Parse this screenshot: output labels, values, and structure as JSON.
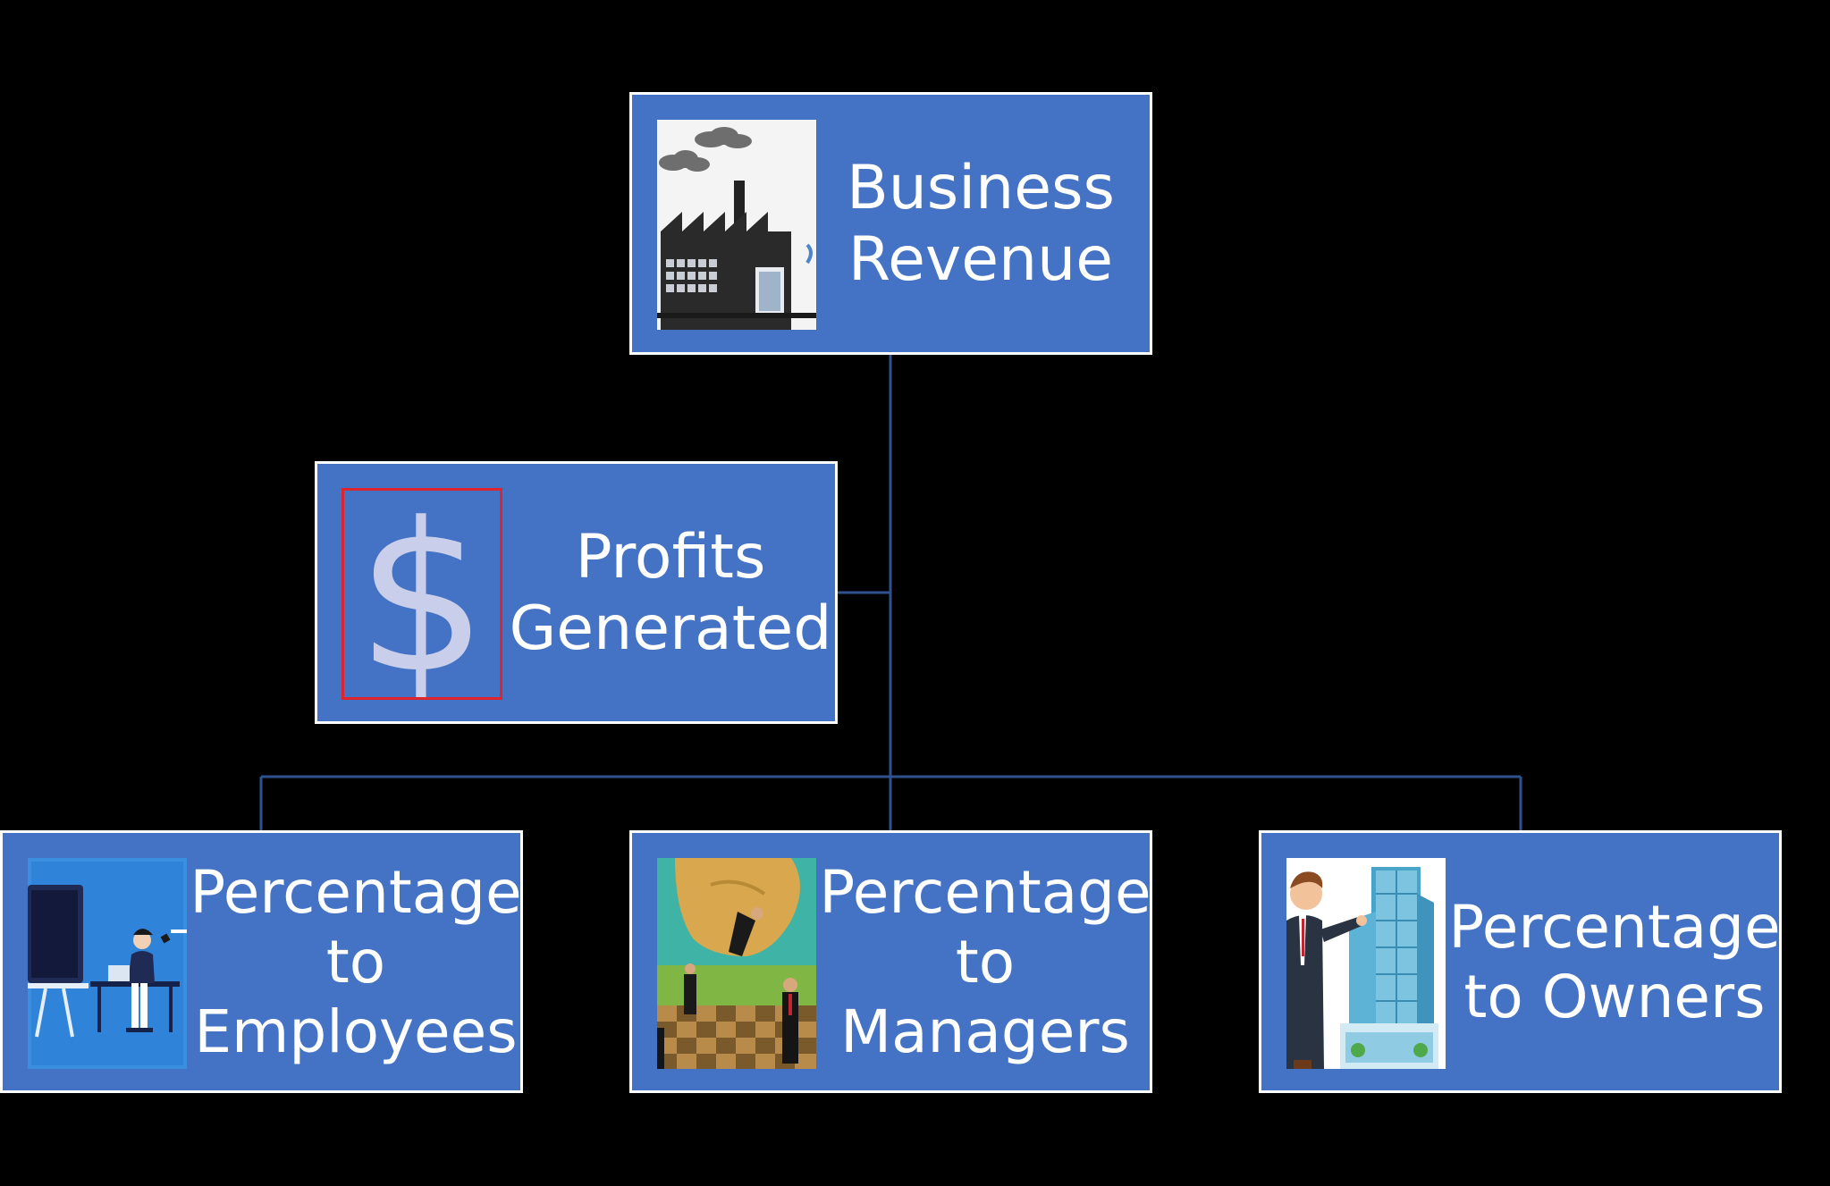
{
  "diagram": {
    "type": "hierarchy",
    "background": "#000000",
    "node_fill": "#4472C4",
    "node_border": "#FFFFFF",
    "connector_color": "#2F528F",
    "highlight_color": "#E0242C"
  },
  "nodes": {
    "revenue": {
      "lines": [
        "Business",
        "Revenue"
      ],
      "icon": "factory-icon"
    },
    "profits": {
      "lines": [
        "Profits",
        "Generated"
      ],
      "icon": "dollar-sign-icon",
      "highlighted_icon": true
    },
    "employees": {
      "lines": [
        "Percentage",
        "to",
        "Employees"
      ],
      "icon": "office-worker-illustration"
    },
    "managers": {
      "lines": [
        "Percentage",
        "to",
        "Managers"
      ],
      "icon": "managers-chessboard-illustration"
    },
    "owners": {
      "lines": [
        "Percentage",
        "to Owners"
      ],
      "icon": "owner-skyscraper-illustration"
    }
  }
}
